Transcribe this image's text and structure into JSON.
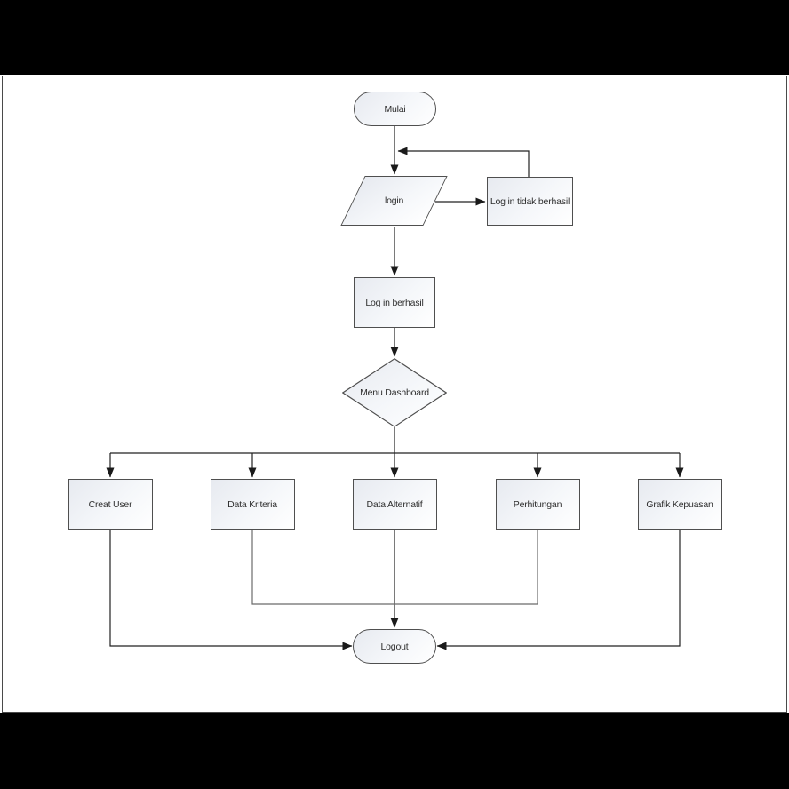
{
  "diagram": {
    "type": "flowchart",
    "nodes": {
      "mulai": {
        "label": "Mulai",
        "shape": "terminator"
      },
      "login": {
        "label": "login",
        "shape": "input-output"
      },
      "login_tidak": {
        "label": "Log in tidak berhasil",
        "shape": "process"
      },
      "login_berhasil": {
        "label": "Log in berhasil",
        "shape": "process"
      },
      "menu_dashboard": {
        "label": "Menu Dashboard",
        "shape": "decision"
      },
      "creat_user": {
        "label": "Creat User",
        "shape": "process"
      },
      "data_kriteria": {
        "label": "Data Kriteria",
        "shape": "process"
      },
      "data_alternatif": {
        "label": "Data Alternatif",
        "shape": "process"
      },
      "perhitungan": {
        "label": "Perhitungan",
        "shape": "process"
      },
      "grafik_kepuasan": {
        "label": "Grafik Kepuasan",
        "shape": "process"
      },
      "logout": {
        "label": "Logout",
        "shape": "terminator"
      }
    },
    "edges": [
      {
        "from": "mulai",
        "to": "login"
      },
      {
        "from": "login",
        "to": "login_tidak"
      },
      {
        "from": "login_tidak",
        "to": "login",
        "note": "feedback loop"
      },
      {
        "from": "login",
        "to": "login_berhasil"
      },
      {
        "from": "login_berhasil",
        "to": "menu_dashboard"
      },
      {
        "from": "menu_dashboard",
        "to": "creat_user"
      },
      {
        "from": "menu_dashboard",
        "to": "data_kriteria"
      },
      {
        "from": "menu_dashboard",
        "to": "data_alternatif"
      },
      {
        "from": "menu_dashboard",
        "to": "perhitungan"
      },
      {
        "from": "menu_dashboard",
        "to": "grafik_kepuasan"
      },
      {
        "from": "creat_user",
        "to": "logout"
      },
      {
        "from": "data_kriteria",
        "to": "logout"
      },
      {
        "from": "data_alternatif",
        "to": "logout"
      },
      {
        "from": "perhitungan",
        "to": "logout"
      },
      {
        "from": "grafik_kepuasan",
        "to": "logout"
      }
    ],
    "colors": {
      "letterbox": "#000000",
      "page_bg": "#ffffff",
      "page_border": "#4a4a4a",
      "shape_border": "#4f4f4f",
      "shape_fill_top": "#e7eaf0",
      "shape_fill_bottom": "#ffffff",
      "connector": "#212121",
      "connector_soft": "#6b6b6b",
      "text": "#2e2e2e"
    }
  }
}
